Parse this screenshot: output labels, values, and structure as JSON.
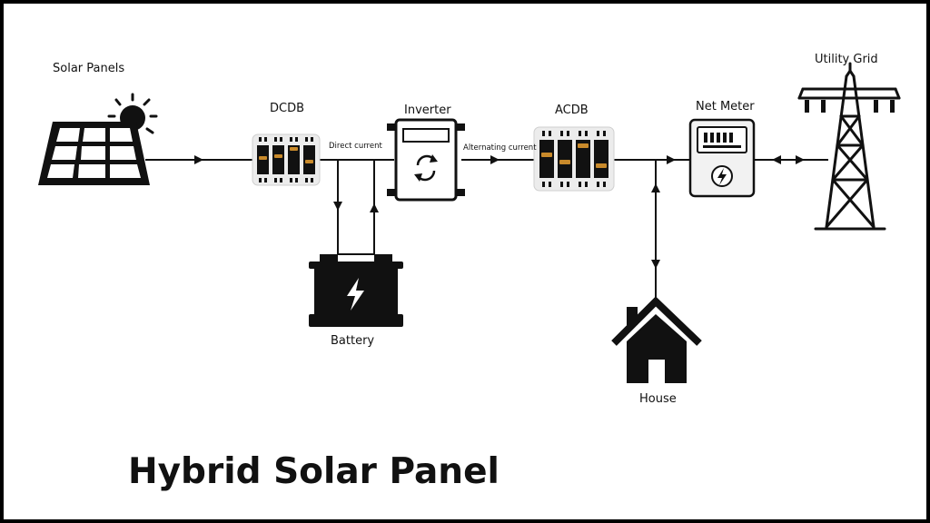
{
  "title": "Hybrid Solar Panel",
  "components": {
    "solar_panels": "Solar Panels",
    "dcdb": "DCDB",
    "inverter": "Inverter",
    "acdb": "ACDB",
    "net_meter": "Net Meter",
    "utility_grid": "Utility Grid",
    "battery": "Battery",
    "house": "House"
  },
  "flows": {
    "direct_current": "Direct current",
    "alternating_current": "Alternating current"
  },
  "colors": {
    "line": "#111111",
    "breaker_accent": "#c98a2b",
    "panel_fill": "#ececec"
  }
}
